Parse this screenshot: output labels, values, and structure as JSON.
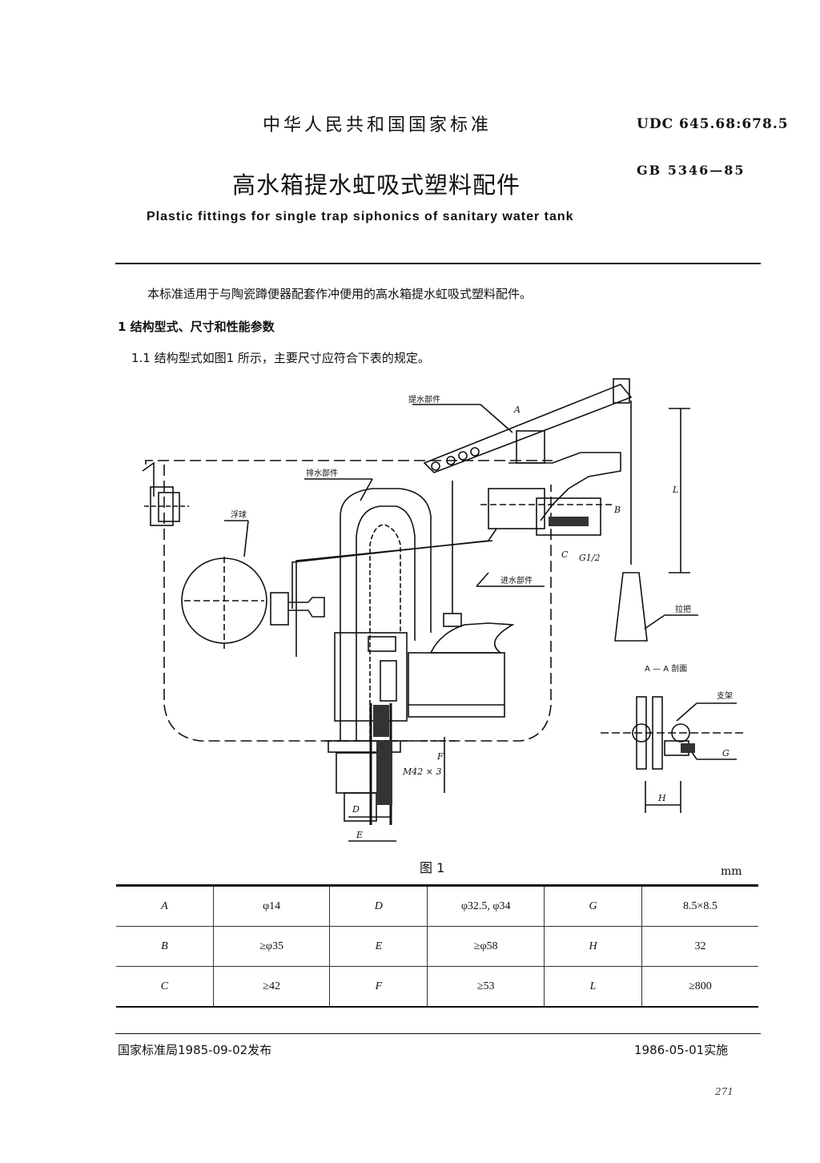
{
  "header": {
    "standard_name": "中华人民共和国国家标准",
    "udc": "UDC 645.68:678.5",
    "gb_number": "GB 5346—85",
    "title_cn": "高水箱提水虹吸式塑料配件",
    "title_en": "Plastic fittings for single trap siphonics of sanitary water tank"
  },
  "body": {
    "intro": "本标准适用于与陶瓷蹲便器配套作冲便用的高水箱提水虹吸式塑料配件。",
    "section_1": "1   结构型式、尺寸和性能参数",
    "section_1_1": "1.1   结构型式如图1 所示，主要尺寸应符合下表的规定。"
  },
  "figure": {
    "caption": "图 1",
    "labels": {
      "lift_part": "提水部件",
      "drain_part": "排水部件",
      "float": "浮球",
      "inlet_part": "进水部件",
      "handle": "拉把",
      "section_aa": "A — A 剖面",
      "bracket": "支架",
      "thread": "M42 × 3",
      "g12": "G1/2",
      "A": "A",
      "B": "B",
      "C": "C",
      "D": "D",
      "E": "E",
      "F": "F",
      "G": "G",
      "H": "H",
      "L": "L"
    }
  },
  "table": {
    "unit": "mm",
    "rows": [
      [
        {
          "sym": "A",
          "val": "φ14"
        },
        {
          "sym": "D",
          "val": "φ32.5, φ34"
        },
        {
          "sym": "G",
          "val": "8.5×8.5"
        }
      ],
      [
        {
          "sym": "B",
          "val": "≥φ35"
        },
        {
          "sym": "E",
          "val": "≥φ58"
        },
        {
          "sym": "H",
          "val": "32"
        }
      ],
      [
        {
          "sym": "C",
          "val": "≥42"
        },
        {
          "sym": "F",
          "val": "≥53"
        },
        {
          "sym": "L",
          "val": "≥800"
        }
      ]
    ]
  },
  "footer": {
    "issued": "国家标准局1985-09-02发布",
    "effective": "1986-05-01实施",
    "page_number": "271"
  }
}
